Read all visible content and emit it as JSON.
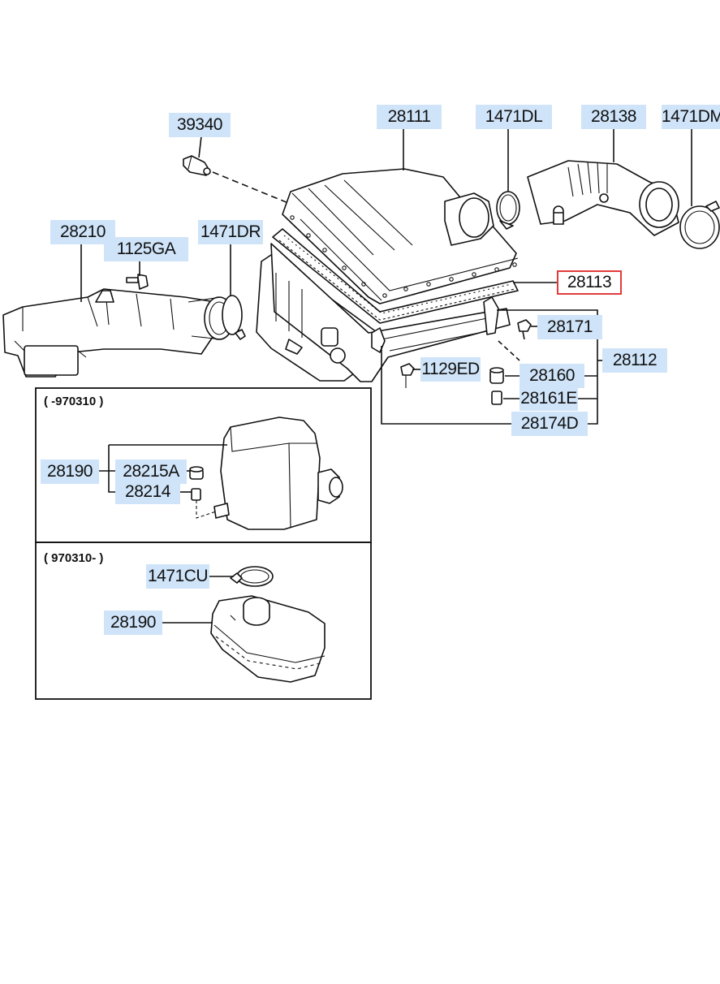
{
  "labels": {
    "l_39340": "39340",
    "l_28111": "28111",
    "l_1471DL": "1471DL",
    "l_28138": "28138",
    "l_1471DM": "1471DM",
    "l_28210": "28210",
    "l_1125GA": "1125GA",
    "l_1471DR": "1471DR",
    "l_28113": "28113",
    "l_28171": "28171",
    "l_28112": "28112",
    "l_1129ED": "1129ED",
    "l_28160": "28160",
    "l_28161E": "28161E",
    "l_28174D": "28174D",
    "l_28190a": "28190",
    "l_28215A": "28215A",
    "l_28214": "28214",
    "l_1471CU": "1471CU",
    "l_28190b": "28190"
  },
  "notes": {
    "upper": "( -970310 )",
    "lower": "( 970310- )"
  },
  "selected_part": "28113",
  "colors": {
    "label_bg": "#cfe4f9",
    "selected_border": "#e23b3b",
    "line": "#111111"
  }
}
